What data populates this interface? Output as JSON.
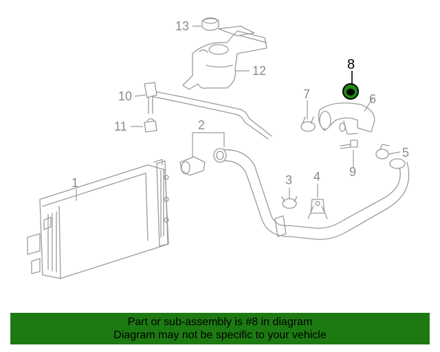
{
  "callouts": {
    "c1": "1",
    "c2": "2",
    "c3": "3",
    "c4": "4",
    "c5": "5",
    "c6": "6",
    "c7": "7",
    "c8": "8",
    "c9": "9",
    "c10": "10",
    "c11": "11",
    "c12": "12",
    "c13": "13"
  },
  "highlighted_part": "8",
  "colors": {
    "banner_bg": "#1d7a12",
    "highlight_part": "#1d7a12",
    "line": "#9a9a9a"
  },
  "banner": {
    "line1": "Part or sub-assembly is #8 in diagram",
    "line2": "Diagram may not be specific to your vehicle"
  }
}
